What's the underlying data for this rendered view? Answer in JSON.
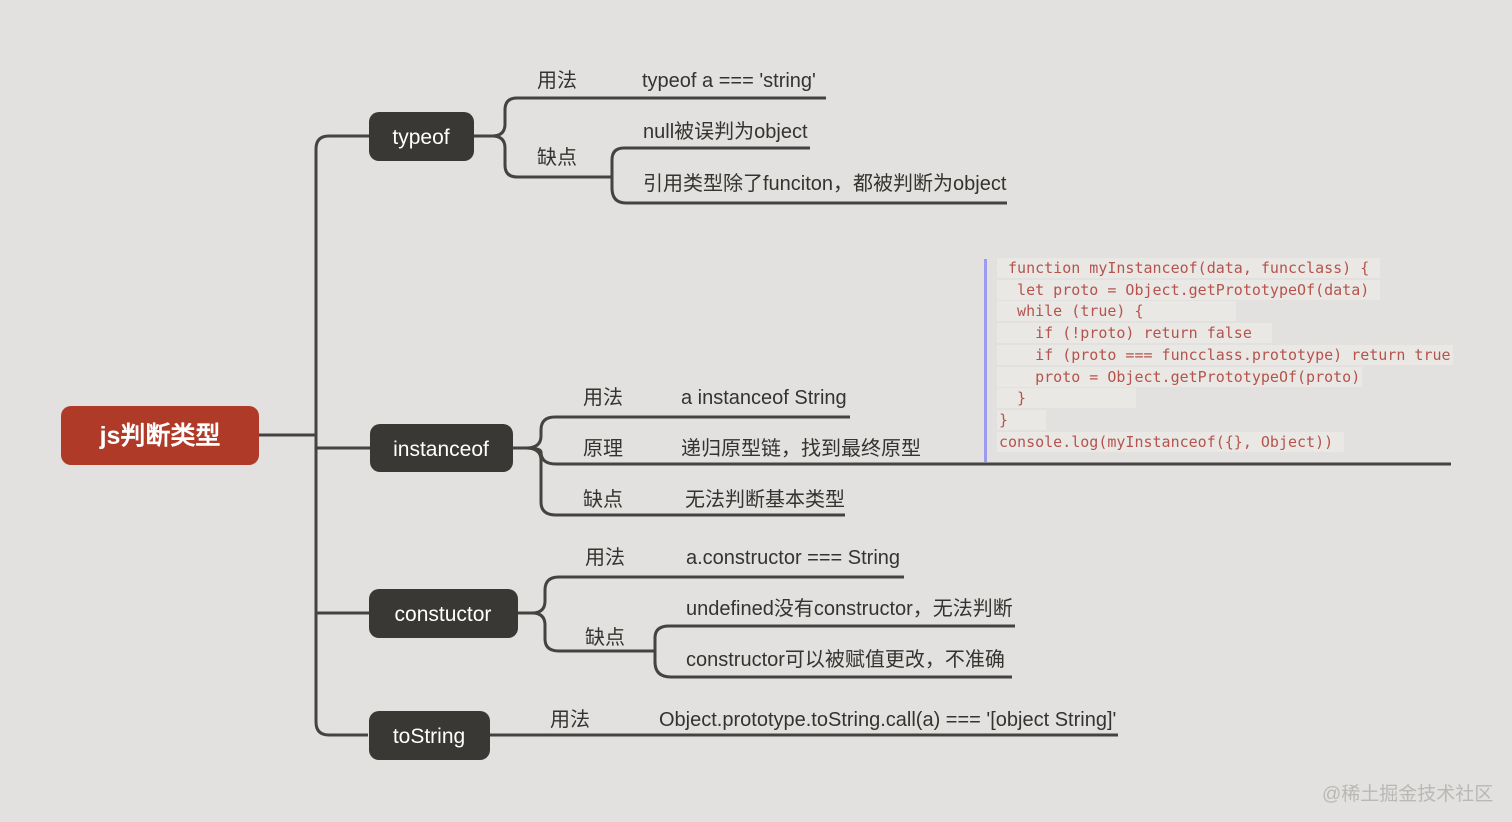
{
  "root": {
    "label": "js判断类型"
  },
  "branches": [
    {
      "label": "typeof",
      "rows": [
        {
          "label": "用法",
          "content": "typeof a === 'string'"
        },
        {
          "label": "缺点",
          "children": [
            {
              "content": "null被误判为object"
            },
            {
              "content": "引用类型除了funciton，都被判断为object"
            }
          ]
        }
      ]
    },
    {
      "label": "instanceof",
      "rows": [
        {
          "label": "用法",
          "content": "a instanceof String"
        },
        {
          "label": "原理",
          "content": "递归原型链，找到最终原型"
        },
        {
          "label": "缺点",
          "content": "无法判断基本类型"
        }
      ]
    },
    {
      "label": "constuctor",
      "rows": [
        {
          "label": "用法",
          "content": "a.constructor === String"
        },
        {
          "label": "缺点",
          "children": [
            {
              "content": "undefined没有constructor，无法判断"
            },
            {
              "content": "constructor可以被赋值更改，不准确"
            }
          ]
        }
      ]
    },
    {
      "label": "toString",
      "rows": [
        {
          "label": "用法",
          "content": "Object.prototype.toString.call(a) === '[object String]'"
        }
      ]
    }
  ],
  "code_block": {
    "lines": [
      " function myInstanceof(data, funcclass) { ",
      "  let proto = Object.getPrototypeOf(data) ",
      "  while (true) {          ",
      "    if (!proto) return false  ",
      "    if (proto === funcclass.prototype) return true",
      "    proto = Object.getPrototypeOf(proto)",
      "  }            ",
      "}    ",
      "console.log(myInstanceof({}, Object)) "
    ]
  },
  "watermark": "@稀土掘金技术社区",
  "colors": {
    "background": "#e2e1df",
    "node_dark": "#3a3834",
    "root_red": "#b03a28",
    "line": "#454340",
    "text": "#35332f",
    "code_text": "#b5534c",
    "code_highlight": "#eae8e5",
    "code_bar": "#9e9af0",
    "watermark": "#bab8b5"
  }
}
